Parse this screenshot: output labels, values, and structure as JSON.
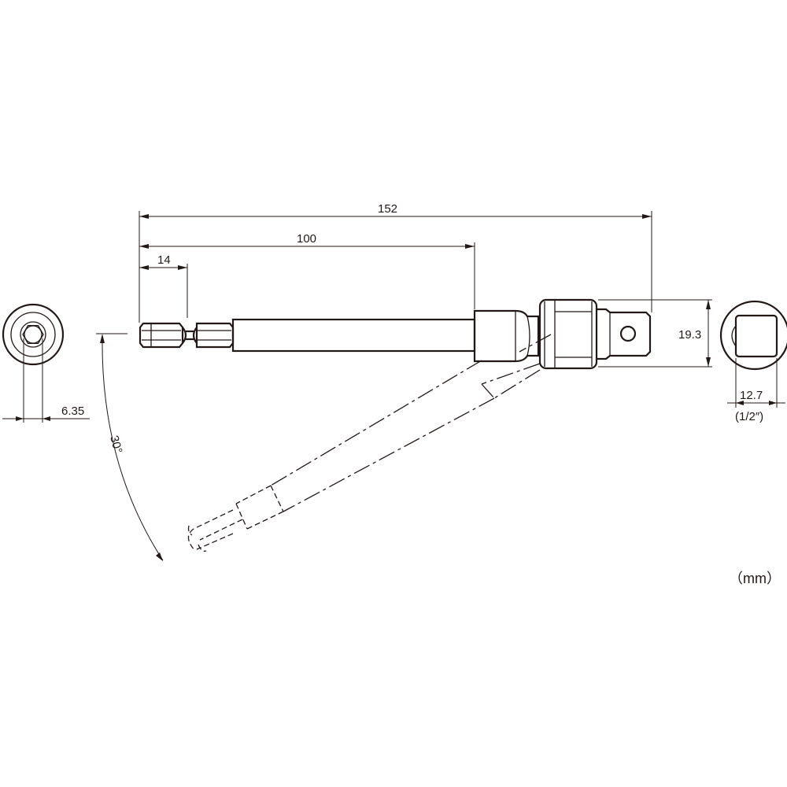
{
  "dimensions": {
    "overall_length": "152",
    "shank_length": "100",
    "hex_tip_length": "14",
    "hex_size": "6.35",
    "body_diameter": "19.3",
    "square_drive": "12.7",
    "square_drive_inch": "(1/2″)",
    "swivel_angle": "30°"
  },
  "unit_label": "（mm）"
}
